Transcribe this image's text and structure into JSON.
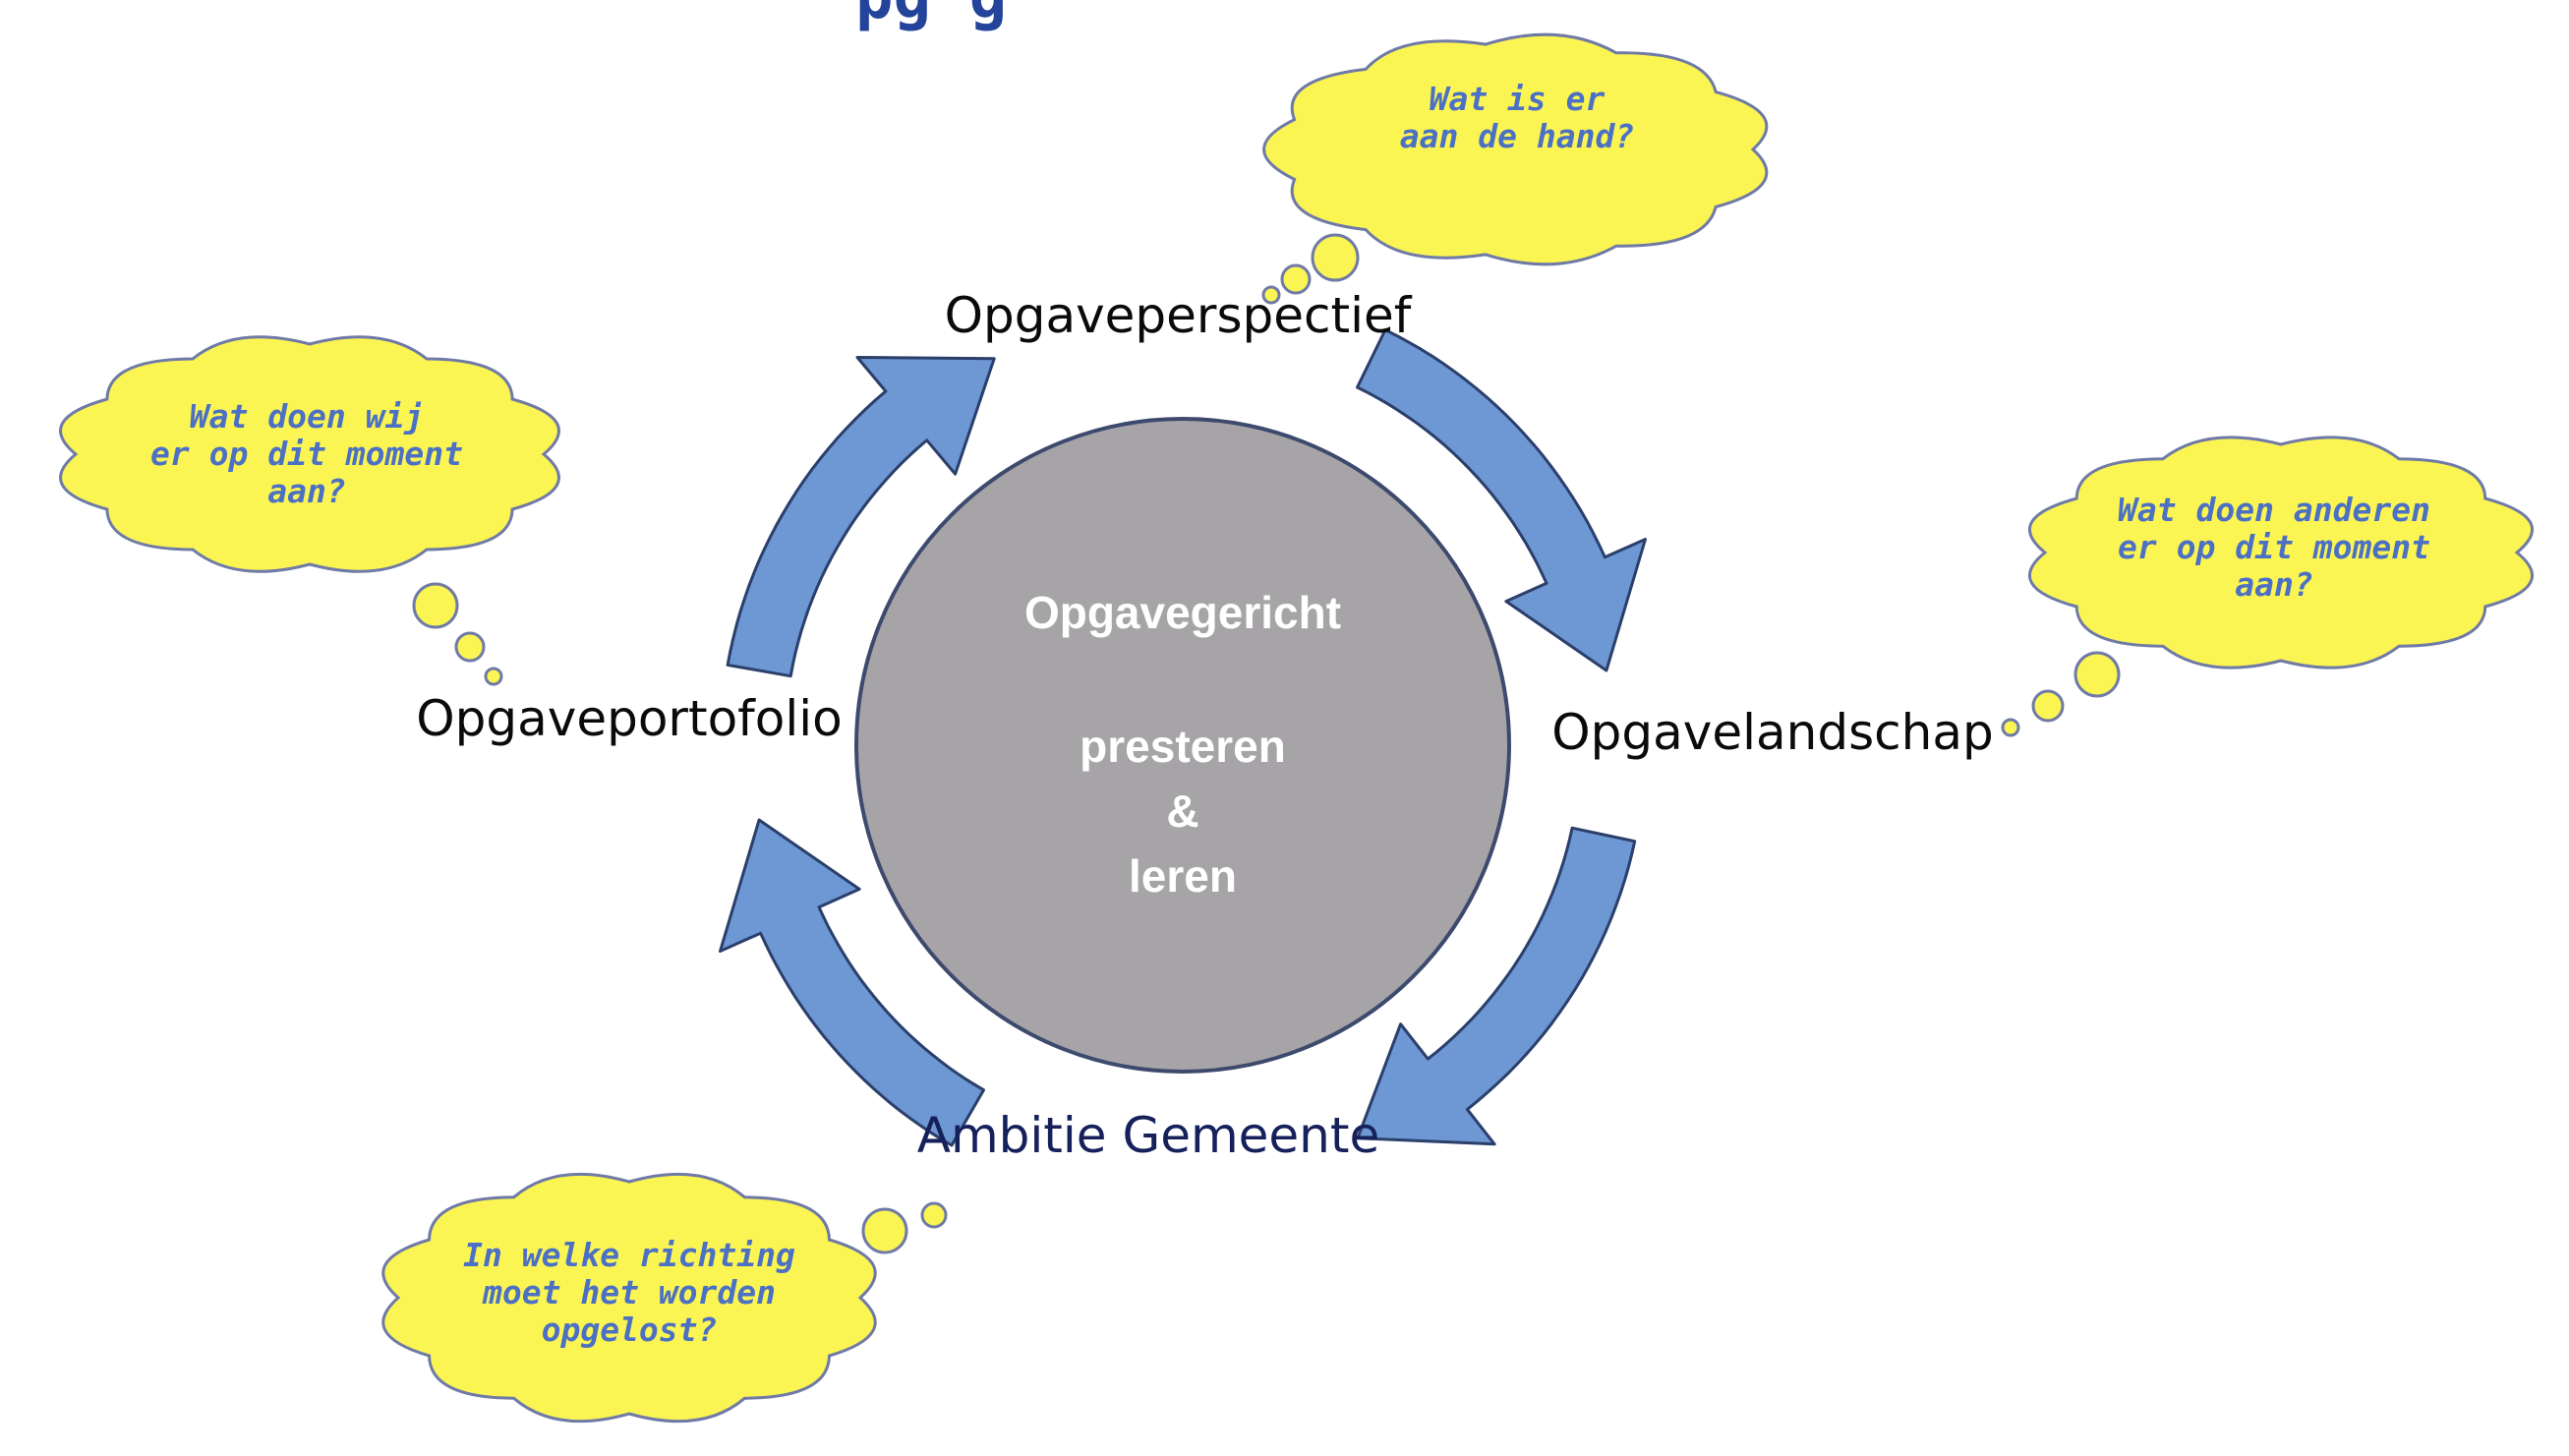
{
  "diagram": {
    "title_fragment": "pg    g",
    "center": {
      "line1": "Opgavegericht",
      "line2": "presteren",
      "line3": "&",
      "line4": "leren"
    },
    "nodes": {
      "top": "Opgaveperspectief",
      "right": "Opgavelandschap",
      "bottom": "Ambitie Gemeente",
      "left": "Opgaveportofolio"
    },
    "clouds": {
      "top": [
        "Wat is er",
        "aan de hand?"
      ],
      "right": [
        "Wat doen anderen",
        "er op dit moment",
        "aan?"
      ],
      "left": [
        "Wat doen wij",
        "er op dit moment",
        "aan?"
      ],
      "bottom": [
        "In welke richting",
        "moet het worden",
        "opgelost?"
      ]
    },
    "colors": {
      "arrow_fill": "#6d98d4",
      "arrow_stroke": "#2b3f6b",
      "center_fill": "#a6a4a7",
      "cloud_fill": "#fbf554",
      "cloud_stroke": "#6f7aa6",
      "cloud_text": "#4b70c4",
      "bottom_label": "#16205a"
    }
  }
}
